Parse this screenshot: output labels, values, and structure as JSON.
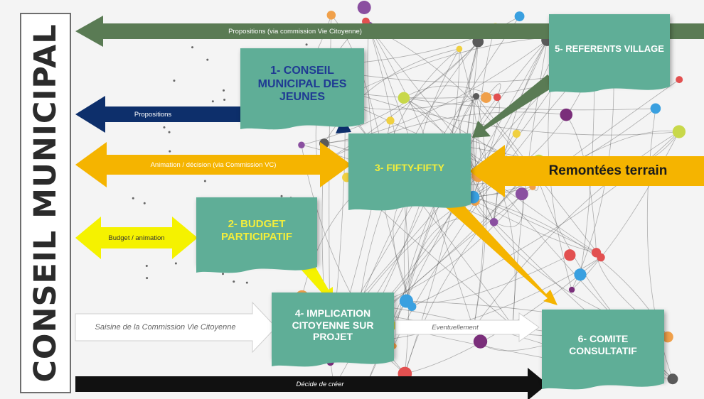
{
  "title": "CONSEIL MUNICIPAL",
  "nodes": {
    "n1": "1- CONSEIL MUNICIPAL DES JEUNES",
    "n2": "2- BUDGET PARTICIPATIF",
    "n3": "3- FIFTY-FIFTY",
    "n4": "4- IMPLICATION CITOYENNE SUR PROJET",
    "n5": "5- REFERENTS VILLAGE",
    "n6": "6- COMITE CONSULTATIF"
  },
  "arrows": {
    "top_green": "Propositions (via commission Vie Citoyenne)",
    "navy": "Propositions",
    "orange_mid": "Animation / décision (via Commission VC)",
    "remontees": "Remontées terrain",
    "yellow": "Budget / animation",
    "saisine": "Saisine de la Commission Vie Citoyenne",
    "eventuellement": "Eventuellement",
    "black": "Décide de créer"
  },
  "colors": {
    "green": "#5fae97",
    "dark_green": "#5a7b54",
    "navy": "#0d2f6b",
    "orange": "#f5b400",
    "yellow": "#f5f200",
    "black": "#111111",
    "node_text_navy": "#1f3a93",
    "node_text_yellow": "#f3ee3b",
    "node_text_white": "#ffffff"
  }
}
